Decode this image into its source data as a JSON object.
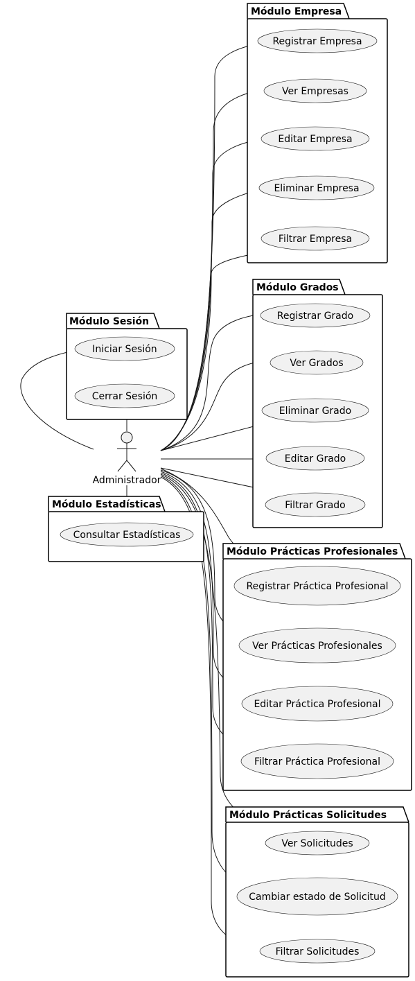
{
  "packages": {
    "empresa": {
      "title": "Módulo Empresa",
      "usecases": [
        "Registrar Empresa",
        "Ver Empresas",
        "Editar Empresa",
        "Eliminar Empresa",
        "Filtrar Empresa"
      ]
    },
    "grados": {
      "title": "Módulo Grados",
      "usecases": [
        "Registrar Grado",
        "Ver Grados",
        "Eliminar Grado",
        "Editar Grado",
        "Filtrar Grado"
      ]
    },
    "sesion": {
      "title": "Módulo Sesión",
      "usecases": [
        "Iniciar Sesión",
        "Cerrar Sesión"
      ]
    },
    "estadisticas": {
      "title": "Módulo Estadísticas",
      "usecases": [
        "Consultar Estadísticas"
      ]
    },
    "practicas": {
      "title": "Módulo Prácticas Profesionales",
      "usecases": [
        "Registrar Práctica Profesional",
        "Ver Prácticas Profesionales",
        "Editar Práctica Profesional",
        "Filtrar Práctica Profesional"
      ]
    },
    "solicitudes": {
      "title": "Módulo Prácticas Solicitudes",
      "usecases": [
        "Ver Solicitudes",
        "Cambiar estado de Solicitud",
        "Filtrar Solicitudes"
      ]
    }
  },
  "actor": {
    "label": "Administrador",
    "icon": "stick-figure-actor-icon"
  }
}
